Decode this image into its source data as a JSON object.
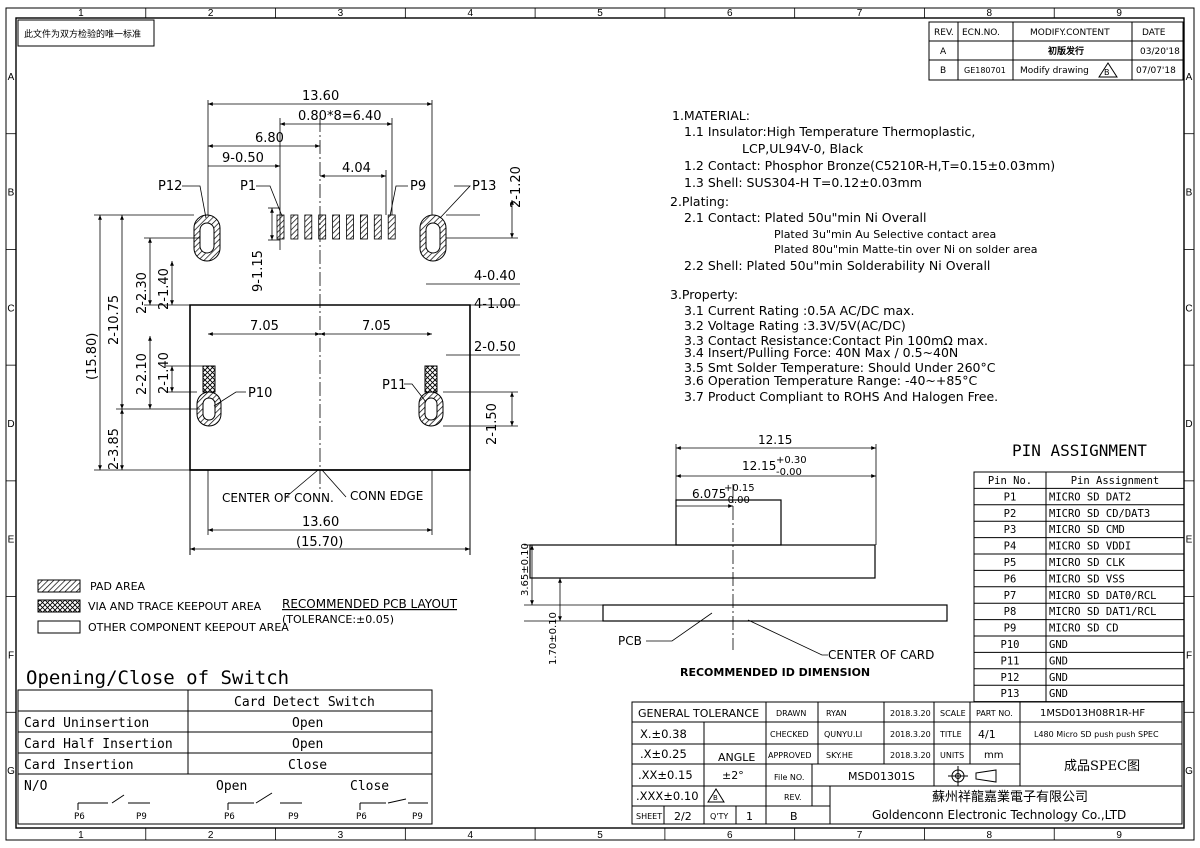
{
  "border": {
    "col_labels": [
      "1",
      "2",
      "3",
      "4",
      "5",
      "6",
      "7",
      "8",
      "9"
    ],
    "row_labels": [
      "A",
      "B",
      "C",
      "D",
      "E",
      "F",
      "G"
    ]
  },
  "top_note": "此文件为双方检验的唯一标准",
  "revision_table": {
    "headers": [
      "REV.",
      "ECN.NO.",
      "MODIFY.CONTENT",
      "DATE"
    ],
    "rows": [
      [
        "A",
        "",
        "初版发行",
        "03/20'18"
      ],
      [
        "B",
        "GE180701",
        "Modify drawing",
        "07/07'18"
      ]
    ],
    "rev_badge": "B"
  },
  "pcb_layout": {
    "dims": {
      "w_13_60_top": "13.60",
      "pitch": "0.80*8=6.40",
      "d_6_80": "6.80",
      "d_9_050": "9-0.50",
      "d_4_04": "4.04",
      "d_2_120": "2-1.20",
      "d_9_115": "9-1.15",
      "d_4_040": "4-0.40",
      "d_4_100": "4-1.00",
      "d_2_230": "2-2.30",
      "d_2_140a": "2-1.40",
      "d_2_1075": "2-10.75",
      "d_1580": "(15.80)",
      "d_7_05_l": "7.05",
      "d_7_05_r": "7.05",
      "d_2_050": "2-0.50",
      "d_2_210": "2-2.10",
      "d_2_140b": "2-1.40",
      "d_2_150": "2-1.50",
      "d_2_385": "2-3.85",
      "w_13_60_bot": "13.60",
      "w_15_70": "(15.70)"
    },
    "pins": {
      "p1": "P1",
      "p9": "P9",
      "p10": "P10",
      "p11": "P11",
      "p12": "P12",
      "p13": "P13"
    },
    "center_of_conn": "CENTER OF CONN.",
    "conn_edge": "CONN EDGE"
  },
  "legend": {
    "pad_area": "PAD AREA",
    "via_area": "VIA AND TRACE KEEPOUT AREA",
    "other_area": "OTHER COMPONENT KEEPOUT AREA",
    "title": "RECOMMENDED PCB LAYOUT",
    "tolerance": "(TOLERANCE:±0.05)"
  },
  "specs": {
    "material_head": "1.MATERIAL:",
    "m11": "1.1  Insulator:High  Temperature  Thermoplastic,",
    "m11b": "LCP,UL94V-0,  Black",
    "m12": "1.2  Contact:  Phosphor  Bronze(C5210R-H,T=0.15±0.03mm)",
    "m13": "1.3  Shell:  SUS304-H  T=0.12±0.03mm",
    "plating_head": "2.Plating:",
    "p21": "2.1  Contact:  Plated  50u\"min  Ni  Overall",
    "p21b": "Plated  3u\"min  Au  Selective  contact  area",
    "p21c": "Plated  80u\"min  Matte-tin  over  Ni  on  solder  area",
    "p22": "2.2  Shell:  Plated  50u\"min  Solderability  Ni  Overall",
    "property_head": "3.Property:",
    "r31": "3.1  Current  Rating  :0.5A  AC/DC  max.",
    "r32": "3.2  Voltage  Rating  :3.3V/5V(AC/DC)",
    "r33": "3.3  Contact  Resistance:Contact  Pin  100mΩ  max.",
    "r34": "3.4  Insert/Pulling  Force:  40N  Max  /  0.5~40N",
    "r35": "3.5  Smt  Solder  Temperature:  Should  Under  260°C",
    "r36": "3.6  Operation  Temperature  Range:  -40~+85°C",
    "r37": "3.7  Product  Compliant  to  ROHS  And  Halogen  Free."
  },
  "id_dimension": {
    "d_12_15": "12.15",
    "d_12_15_tol_base": "12.15",
    "d_12_15_tol_plus": "+0.30",
    "d_12_15_tol_minus": "-0.00",
    "d_6_075_base": "6.075",
    "d_6_075_plus": "+0.15",
    "d_6_075_minus": "-0.00",
    "d_3_65": "3.65±0.10",
    "d_1_70": "1.70±0.10",
    "pcb": "PCB",
    "center_of_card": "CENTER OF CARD",
    "title": "RECOMMENDED ID DIMENSION"
  },
  "pin_assignment": {
    "title": "PIN  ASSIGNMENT",
    "headers": [
      "Pin No.",
      "Pin Assignment"
    ],
    "rows": [
      [
        "P1",
        "MICRO SD DAT2"
      ],
      [
        "P2",
        "MICRO SD CD/DAT3"
      ],
      [
        "P3",
        "MICRO SD CMD"
      ],
      [
        "P4",
        "MICRO SD VDDI"
      ],
      [
        "P5",
        "MICRO SD CLK"
      ],
      [
        "P6",
        "MICRO SD VSS"
      ],
      [
        "P7",
        "MICRO SD DAT0/RCL"
      ],
      [
        "P8",
        "MICRO SD DAT1/RCL"
      ],
      [
        "P9",
        "MICRO SD CD"
      ],
      [
        "P10",
        "GND"
      ],
      [
        "P11",
        "GND"
      ],
      [
        "P12",
        "GND"
      ],
      [
        "P13",
        "GND"
      ]
    ]
  },
  "switch": {
    "title": "Opening/Close  of  Switch",
    "header": "Card  Detect  Switch",
    "rows": [
      [
        "Card  Uninsertion",
        "Open"
      ],
      [
        "Card  Half  Insertion",
        "Open"
      ],
      [
        "Card  Insertion",
        "Close"
      ]
    ],
    "no_label": "N/O",
    "open_label": "Open",
    "close_label": "Close",
    "p6": "P6",
    "p9": "P9"
  },
  "title_block": {
    "general_tolerance": "GENERAL TOLERANCE",
    "tol_x": "X.±0.38",
    "tol_xx": ".X±0.25",
    "tol_xxx": ".XX±0.15",
    "tol_xxxx": ".XXX±0.10",
    "angle": "ANGLE",
    "angle_val": "±2°",
    "drawn": "DRAWN",
    "drawn_name": "RYAN",
    "drawn_date": "2018.3.20",
    "checked": "CHECKED",
    "checked_name": "QUNYU.LI",
    "checked_date": "2018.3.20",
    "approved": "APPROVED",
    "approved_name": "SKY.HE",
    "approved_date": "2018.3.20",
    "scale": "SCALE",
    "scale_val": "4/1",
    "units": "UNITS",
    "units_val": "mm",
    "title": "TITLE",
    "title_val": "L480  Micro  SD  push  push  SPEC",
    "part_no": "PART NO.",
    "part_no_val": "1MSD013H08R1R-HF",
    "file_no": "File NO.",
    "file_no_val": "MSD01301S",
    "rev": "REV.",
    "rev_val": "B",
    "sheet": "SHEET",
    "sheet_val": "2/2",
    "qty": "Q'TY",
    "qty_val": "1",
    "spec_cn": "成品SPEC图",
    "company_cn": "蘇州祥龍嘉業電子有限公司",
    "company_en": "Goldenconn  Electronic  Technology  Co.,LTD"
  }
}
